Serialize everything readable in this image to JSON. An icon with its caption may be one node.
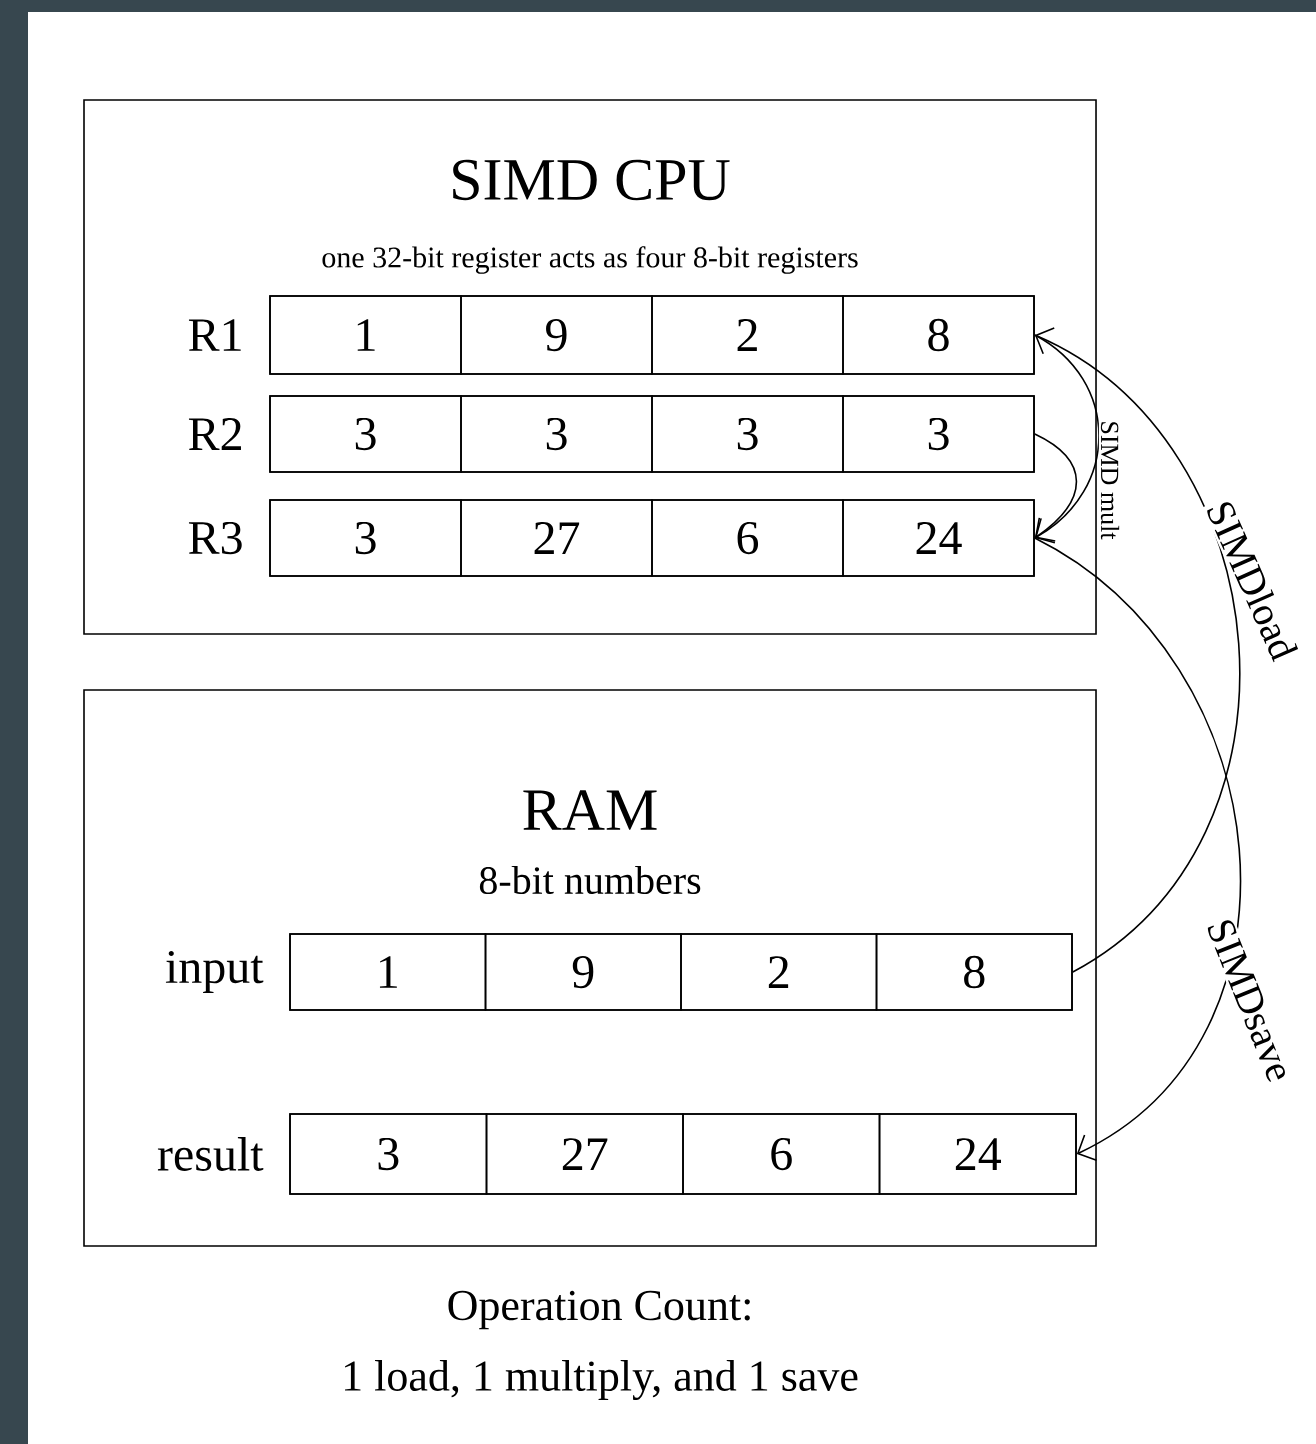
{
  "diagram": {
    "nodes": [
      {
        "text": [
          "SIMD CPU",
          "one 32-bit register acts as four 8-bit registers"
        ]
      },
      {
        "text": [],
        "shape": "box",
        "beside": [
          "R1"
        ],
        "in": 0
      },
      {
        "text": [
          "1"
        ],
        "in": 1
      },
      {
        "text": [
          "9"
        ],
        "in": 1
      },
      {
        "text": [
          "2"
        ],
        "in": 1
      },
      {
        "text": [
          "8"
        ],
        "in": 1
      },
      {
        "text": [],
        "shape": "box",
        "beside": [
          "R2"
        ],
        "in": 0
      },
      {
        "text": [
          "3"
        ],
        "in": 6
      },
      {
        "text": [
          "3"
        ],
        "in": 6
      },
      {
        "text": [
          "3"
        ],
        "in": 6
      },
      {
        "text": [
          "3"
        ],
        "in": 6
      },
      {
        "text": [],
        "shape": "box",
        "beside": [
          "R3"
        ],
        "in": 0
      },
      {
        "text": [
          "3"
        ],
        "in": 11
      },
      {
        "text": [
          "27"
        ],
        "in": 11
      },
      {
        "text": [
          "6"
        ],
        "in": 11
      },
      {
        "text": [
          "24"
        ],
        "in": 11
      },
      {
        "text": [
          "RAM",
          "8-bit numbers"
        ]
      },
      {
        "text": [],
        "shape": "box",
        "beside": [
          "input"
        ],
        "in": 16
      },
      {
        "text": [
          "1"
        ],
        "in": 17
      },
      {
        "text": [
          "9"
        ],
        "in": 17
      },
      {
        "text": [
          "2"
        ],
        "in": 17
      },
      {
        "text": [
          "8"
        ],
        "in": 17
      },
      {
        "text": [],
        "shape": "box",
        "beside": [
          "result"
        ],
        "in": 16
      },
      {
        "text": [
          "3"
        ],
        "in": 22
      },
      {
        "text": [
          "27"
        ],
        "in": 22
      },
      {
        "text": [
          "6"
        ],
        "in": 22
      },
      {
        "text": [
          "24"
        ],
        "in": 22
      }
    ],
    "edges": [
      {
        "from": 1,
        "to": 11,
        "arrow": "to",
        "label": "SIMD mult"
      },
      {
        "from": 6,
        "to": 11,
        "arrow": "to"
      },
      {
        "from": 17,
        "to": 1,
        "arrow": "to",
        "label": "SIMDload"
      },
      {
        "from": 11,
        "to": 22,
        "arrow": "to",
        "label": "SIMDsave"
      }
    ],
    "labels": [
      "Operation Count:",
      "1 load, 1 multiply, and 1 save"
    ]
  }
}
